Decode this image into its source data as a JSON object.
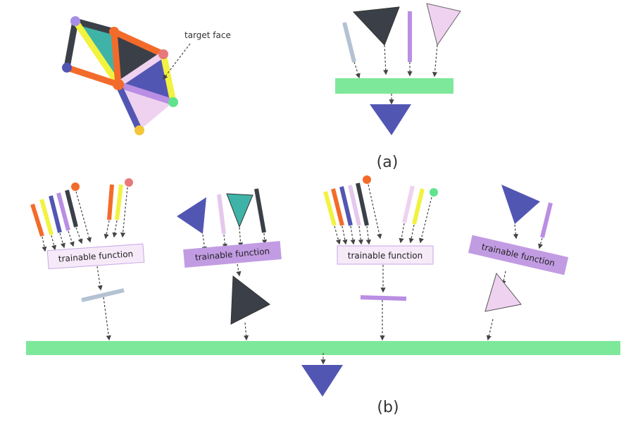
{
  "annotation": {
    "target_face": "target face"
  },
  "panels": {
    "a": "(a)",
    "b": "(b)"
  },
  "functions": [
    "trainable function",
    "trainable function",
    "trainable function",
    "trainable function"
  ],
  "colors": {
    "green_bar": "#7ee89a",
    "blue": "#5256b3",
    "dark": "#3b4048",
    "lilac": "#b98ee3",
    "pale_lilac": "#e5c8ee",
    "light_pink": "#efd2f0",
    "teal": "#3fb3a7",
    "orange": "#f36b2a",
    "yellow": "#f2f240",
    "gray_blue": "#b3c2d3",
    "salmon": "#e8787a",
    "light_green": "#5fe48d",
    "gold": "#f3c63a",
    "violet_dot": "#a68ee8",
    "box_light": "#f6eaf9",
    "box_purple": "#c29ce3"
  },
  "icons": [
    "mesh-graph-icon",
    "triangle-icon",
    "edge-bar-icon",
    "vertex-dot-icon",
    "arrow-icon"
  ]
}
